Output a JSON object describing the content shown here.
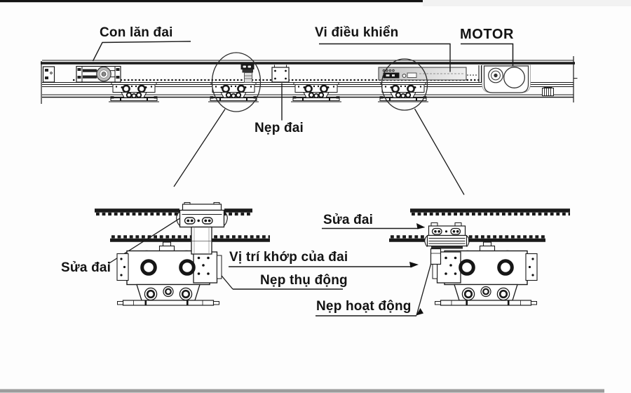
{
  "page": {
    "background": "#fdfdfd"
  },
  "diagram": {
    "type": "automatic-sliding-door-operator-technical-diagram",
    "labels": {
      "belt_roller": "Con lăn đai",
      "microcontroller": "Vi điều khiển",
      "motor": "MOTOR",
      "belt_clamp": "Nẹp đai",
      "belt_adjust_left": "Sửa đai",
      "belt_adjust_right": "Sửa đai",
      "belt_joint_position": "Vị trí khớp của đai",
      "passive_clamp": "Nẹp thụ động",
      "active_clamp": "Nẹp hoạt động"
    },
    "colors": {
      "line": "#1a1a1a",
      "wheel_gray": "#8f8f8f",
      "roller_gray": "#b9b9b9",
      "controller_gray": "#cccccc",
      "top_border": "#141414",
      "bottom_border": "#9c9c9c"
    }
  }
}
